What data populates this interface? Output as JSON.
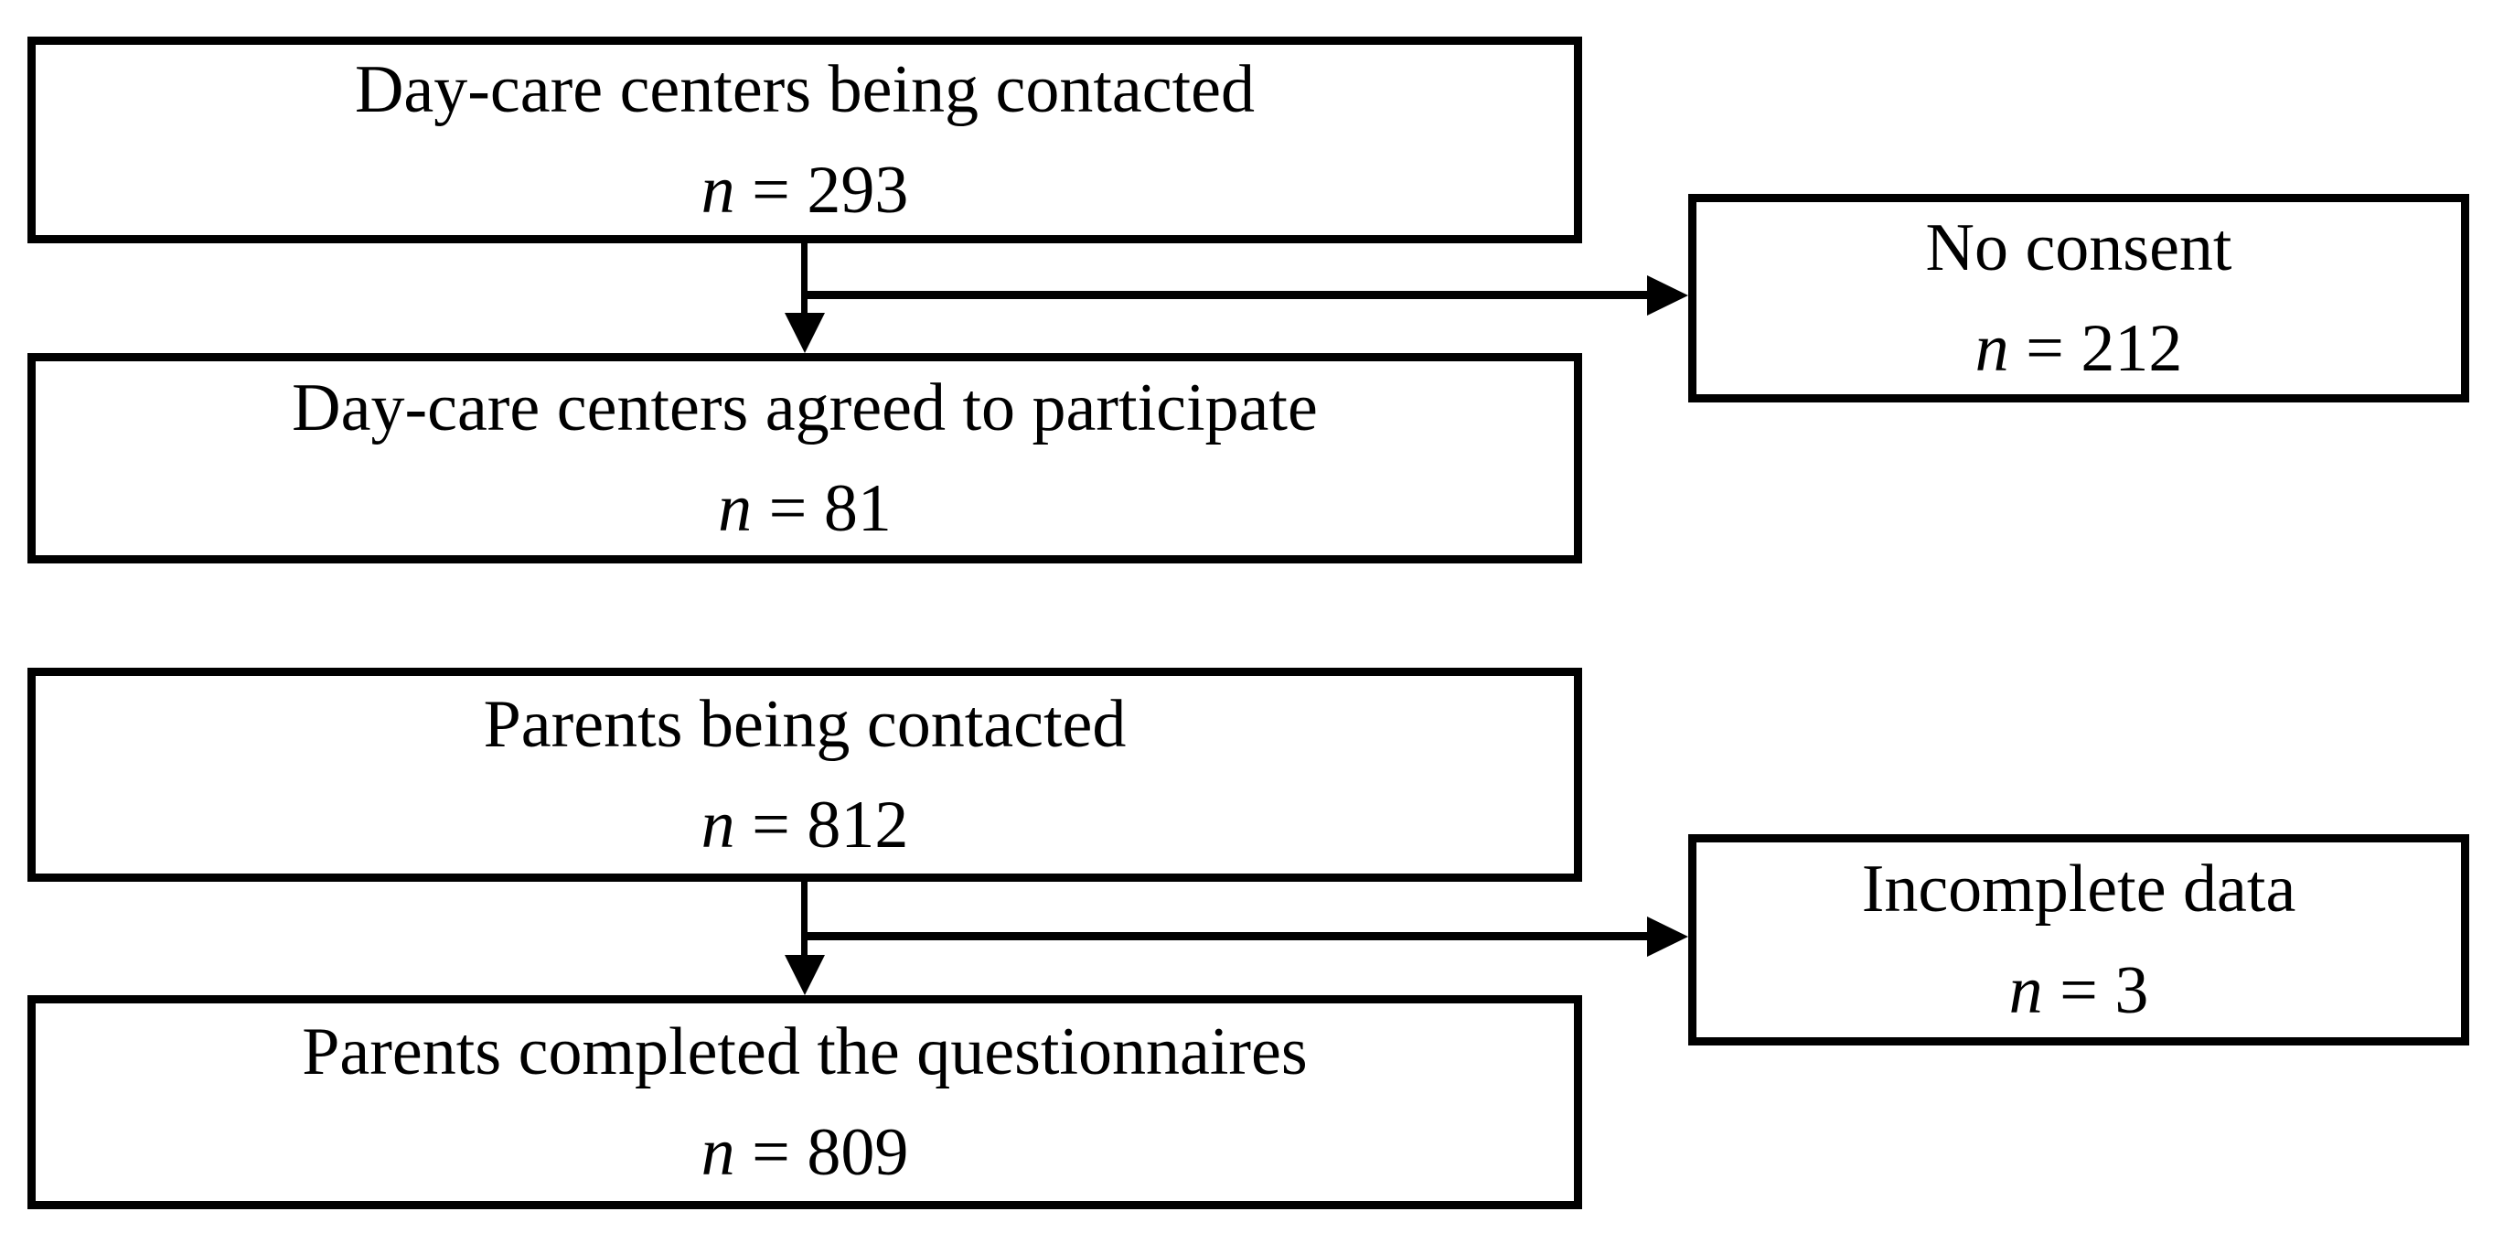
{
  "diagram": {
    "type": "flowchart",
    "colors": {
      "background": "#ffffff",
      "box_border": "#000000",
      "text": "#000000",
      "connector": "#000000"
    },
    "boxes": {
      "daycare_contacted": {
        "label": "Day-care centers being contacted",
        "n_symbol": "n",
        "n_value": "= 293"
      },
      "daycare_agreed": {
        "label": "Day-care centers agreed to participate",
        "n_symbol": "n",
        "n_value": "= 81"
      },
      "no_consent": {
        "label": "No consent",
        "n_symbol": "n",
        "n_value": "= 212"
      },
      "parents_contacted": {
        "label": "Parents being contacted",
        "n_symbol": "n",
        "n_value": "= 812"
      },
      "parents_completed": {
        "label": "Parents completed the questionnaires",
        "n_symbol": "n",
        "n_value": "= 809"
      },
      "incomplete_data": {
        "label": "Incomplete data",
        "n_symbol": "n",
        "n_value": "= 3"
      }
    },
    "edges": [
      {
        "from": "daycare_contacted",
        "to": "daycare_agreed",
        "type": "arrow-down"
      },
      {
        "from": "daycare_contacted",
        "to": "no_consent",
        "type": "arrow-right-branch"
      },
      {
        "from": "parents_contacted",
        "to": "parents_completed",
        "type": "arrow-down"
      },
      {
        "from": "parents_contacted",
        "to": "incomplete_data",
        "type": "arrow-right-branch"
      }
    ]
  }
}
